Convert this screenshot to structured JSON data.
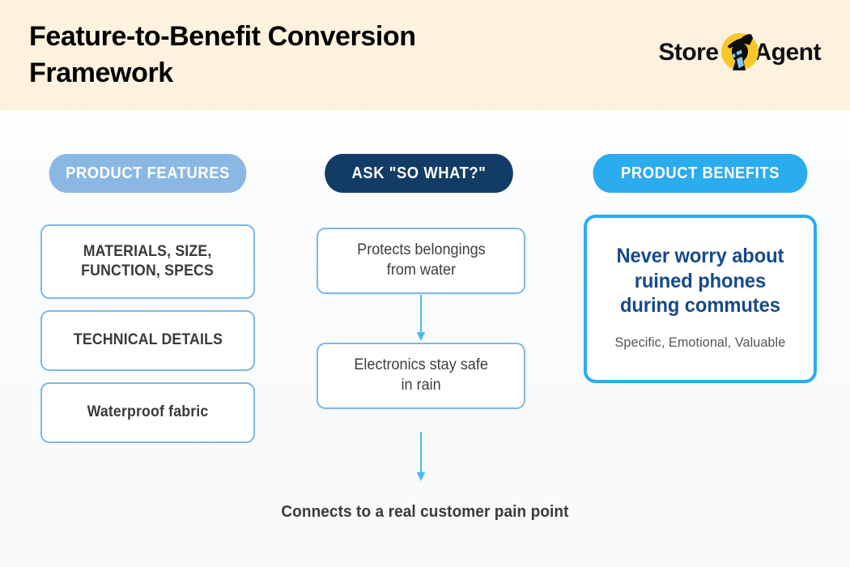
{
  "header": {
    "title": "Feature-to-Benefit Conversion\nFramework",
    "background_color": "#fcf2de",
    "logo": {
      "word_left": "Store",
      "word_right": "Agent",
      "mark_icon": "detective-agent-icon",
      "mark_circle_color": "#F9C828",
      "mark_figure_color": "#0d0d0d",
      "mark_accent_color": "#7EC8F0"
    }
  },
  "colors": {
    "cream": "#fcf2de",
    "light_blue": "#8ab8e2",
    "navy": "#123c66",
    "cyan": "#2bacef",
    "card_border": "#7fb8e6",
    "benefit_text": "#164a8a",
    "body_text": "#3a3a3a",
    "muted_text": "#555555"
  },
  "columns": {
    "features": {
      "header_label": "PRODUCT FEATURES",
      "header_color": "#8ab8e2",
      "cards": [
        {
          "text": "MATERIALS, SIZE,\nFUNCTION, SPECS"
        },
        {
          "text": "TECHNICAL DETAILS"
        },
        {
          "text": "Waterproof fabric"
        }
      ]
    },
    "ask_what": {
      "header_label": "ASK \"SO WHAT?\"",
      "header_color": "#123c66",
      "cards": [
        {
          "text": "Protects belongings\nfrom water"
        },
        {
          "text": "Electronics stay safe\nin rain"
        }
      ],
      "arrow_icon": "arrow-down-icon",
      "arrow_color": "#4ab8ef"
    },
    "benefits": {
      "header_label": "PRODUCT BENEFITS",
      "header_color": "#2bacef",
      "headline": "Never worry about\nruined phones\nduring commutes",
      "subtitle": "Specific, Emotional, Valuable"
    }
  },
  "footer": {
    "caption": "Connects to a real customer pain point"
  }
}
